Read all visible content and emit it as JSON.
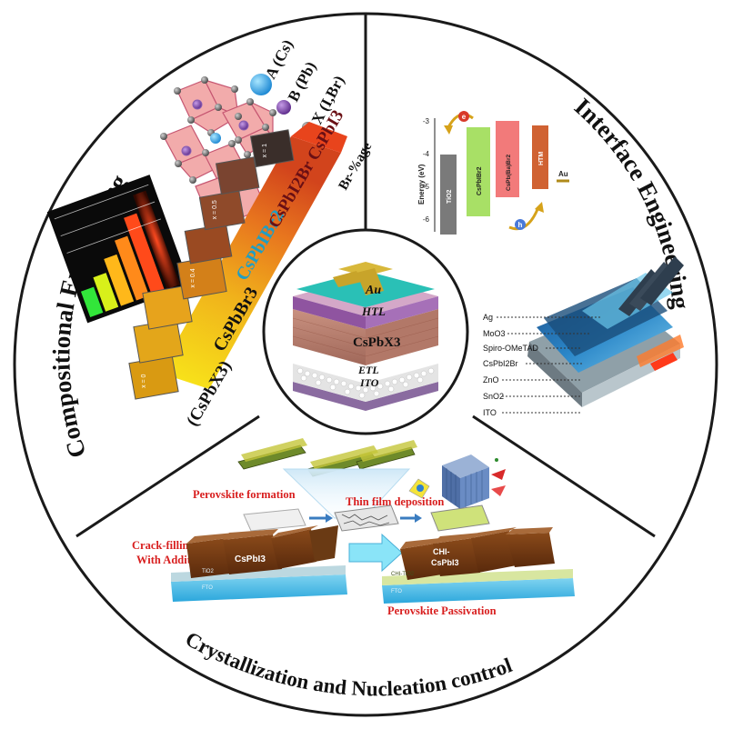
{
  "sections": {
    "compositional": {
      "title": "Compositional Engineering",
      "legend": {
        "a": "A (Cs)",
        "b": "B (Pb)",
        "x": "X (I,Br)"
      },
      "gradient_labels": {
        "left": "CsPbBr3",
        "middle": "CsPbIBr2",
        "right": "CsPbI2Br CsPbI3"
      },
      "axis_label": "Br-%age",
      "formula": "(CsPbX3)",
      "film_labels": [
        "x = 0",
        "x = 0.4",
        "x = 0.5",
        "x = 1"
      ]
    },
    "interface": {
      "title": "Interface Engineering",
      "energy_axis": {
        "label": "Energy (eV)",
        "ticks": [
          "-3",
          "-4",
          "-5",
          "-6"
        ]
      },
      "bands": [
        "TiO2",
        "CsPbIBr2",
        "CsPb(Ba)Br2",
        "HTM",
        "Au"
      ],
      "carriers": {
        "electron": "e",
        "hole": "h"
      },
      "layers": [
        "Ag",
        "MoO3",
        "Spiro-OMeTAD",
        "CsPbI2Br",
        "ZnO",
        "SnO2",
        "ITO"
      ]
    },
    "crystallization": {
      "title": "Crystallization and Nucleation control",
      "labels": {
        "formation": "Perovskite formation",
        "deposition": "Thin film deposition",
        "crack_line1": "Crack-filling",
        "crack_line2": "With Additive",
        "passivation": "Perovskite Passivation",
        "left_crystal": "CsPbI3",
        "right_crystal_line1": "CHI-",
        "right_crystal_line2": "CsPbI3",
        "tio2": "TiO2",
        "fto": "FTO",
        "chi_tio2": "CHI-TiO2"
      }
    },
    "device": {
      "layers": [
        "Au",
        "HTL",
        "CsPbX3",
        "ETL",
        "ITO"
      ]
    }
  },
  "colors": {
    "outline": "#1a1a1a",
    "red_label": "#d81e1e",
    "gradient_start": "#f7e318",
    "gradient_mid": "#e8881e",
    "gradient_end": "#c0331c",
    "cyan": "#1fa6c9"
  }
}
